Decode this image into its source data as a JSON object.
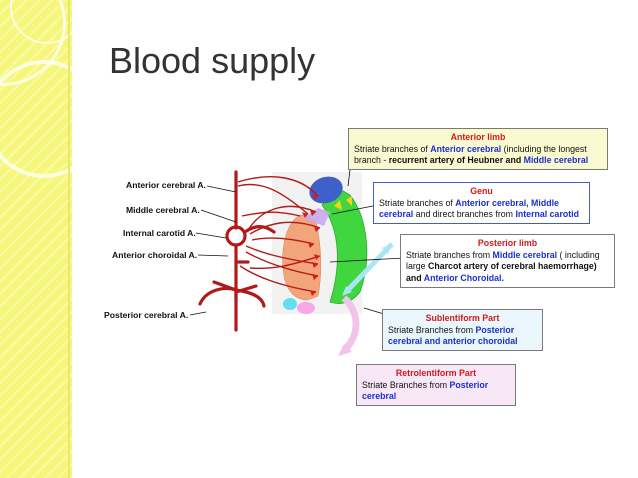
{
  "slide": {
    "title": "Blood supply"
  },
  "colors": {
    "sidebar": "#f6f77a",
    "artery": "#b21a1a",
    "caudate_head": "#3f5fc9",
    "lentiform": "#f2a57a",
    "internal_capsule": "#3fd63f",
    "anterior_limb_box": "#fbf9cf",
    "genu_box": "#ffffff",
    "posterior_limb_box": "#ffffff",
    "sublentiform_box": "#e9f6fb",
    "retrolentiform_box": "#f8e7f7"
  },
  "artery_labels": {
    "anterior_cerebral": "Anterior cerebral A.",
    "middle_cerebral": "Middle cerebral A.",
    "internal_carotid": "Internal carotid A.",
    "anterior_choroidal": "Anterior choroidal A.",
    "posterior_cerebral": "Posterior cerebral A."
  },
  "boxes": {
    "anterior_limb": {
      "title": "Anterior limb",
      "t1": "Striate branches  of ",
      "t2": "Anterior cerebral",
      "t3": " (including the longest branch - ",
      "t4": "recurrent artery of Heubner and  ",
      "t5": "Middle cerebral"
    },
    "genu": {
      "title": "Genu",
      "t1": "Striate branches of ",
      "t2": "Anterior cerebral, Middle cerebral",
      "t3": " and direct branches from ",
      "t4": "Internal carotid"
    },
    "posterior_limb": {
      "title": "Posterior  limb",
      "t1": "Striate branches  from ",
      "t2": "Middle cerebral",
      "t3": " ( including large ",
      "t4": "Charcot artery of cerebral haemorrhage) and ",
      "t5": "Anterior Choroidal."
    },
    "sublentiform": {
      "title": "Sublentiform Part",
      "t1": "Striate Branches from ",
      "t2": "Posterior cerebral and anterior choroidal"
    },
    "retrolentiform": {
      "title": "Retrolentiform Part",
      "t1": "Striate Branches from ",
      "t2": "Posterior cerebral"
    }
  }
}
